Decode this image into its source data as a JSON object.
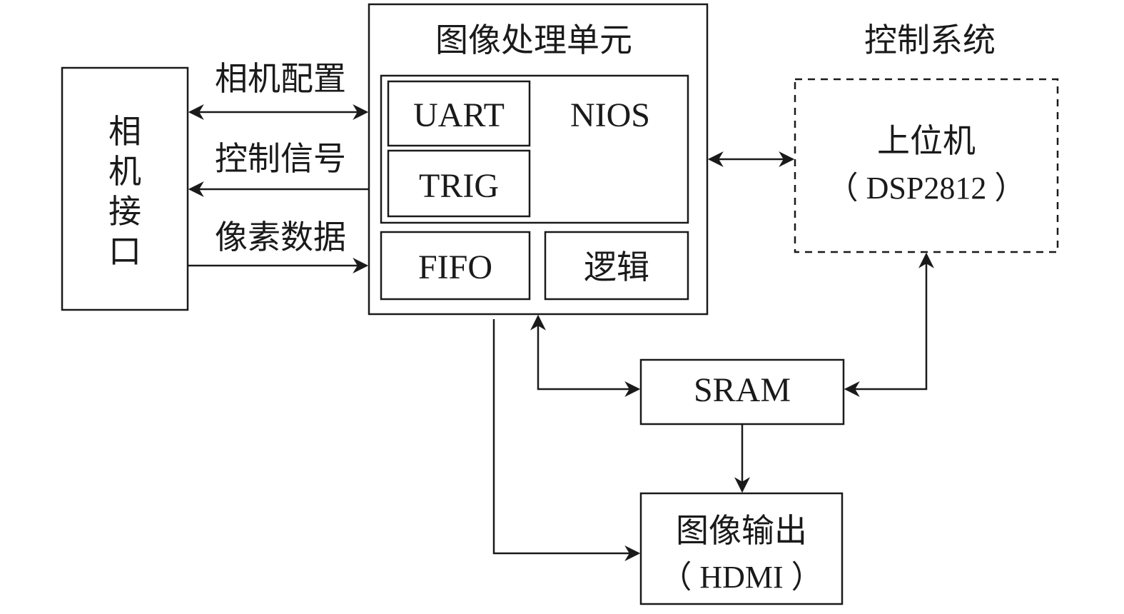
{
  "camera_interface": {
    "label": [
      "相",
      "机",
      "接",
      "口"
    ]
  },
  "image_processing_unit": {
    "title": "图像处理单元",
    "nios_group": {
      "label": "NIOS",
      "uart": "UART",
      "trig": "TRIG"
    },
    "fifo": "FIFO",
    "logic": "逻辑"
  },
  "signals": {
    "camera_config": "相机配置",
    "control_signal": "控制信号",
    "pixel_data": "像素数据"
  },
  "control_system": {
    "title": "控制系统",
    "host": {
      "line1": "上位机",
      "line2": "（ DSP2812 ）"
    }
  },
  "sram": {
    "label": "SRAM"
  },
  "image_output": {
    "line1": "图像输出",
    "line2": "（ HDMI ）"
  }
}
